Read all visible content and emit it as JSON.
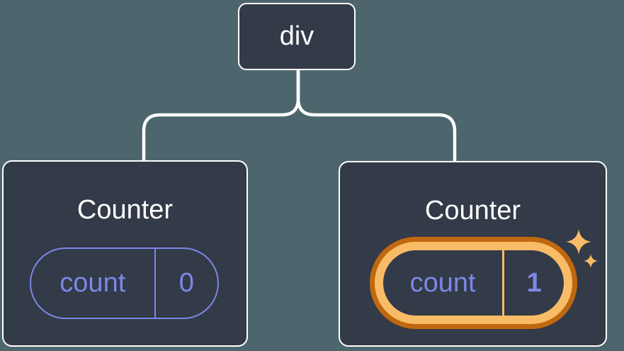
{
  "colors": {
    "page-bg": "#4d666d",
    "node-bg": "#333a48",
    "node-border": "#ffffff",
    "connector": "#ffffff",
    "state-accent": "#7d87e6",
    "highlight-outer": "#c0680f",
    "highlight-inner": "#f8bc66",
    "sparkle": "#f8bc66",
    "title-text": "#ffffff"
  },
  "tree": {
    "root": {
      "label": "div"
    },
    "children": [
      {
        "title": "Counter",
        "state": {
          "key": "count",
          "value": "0"
        },
        "highlighted": false
      },
      {
        "title": "Counter",
        "state": {
          "key": "count",
          "value": "1"
        },
        "highlighted": true
      }
    ]
  }
}
